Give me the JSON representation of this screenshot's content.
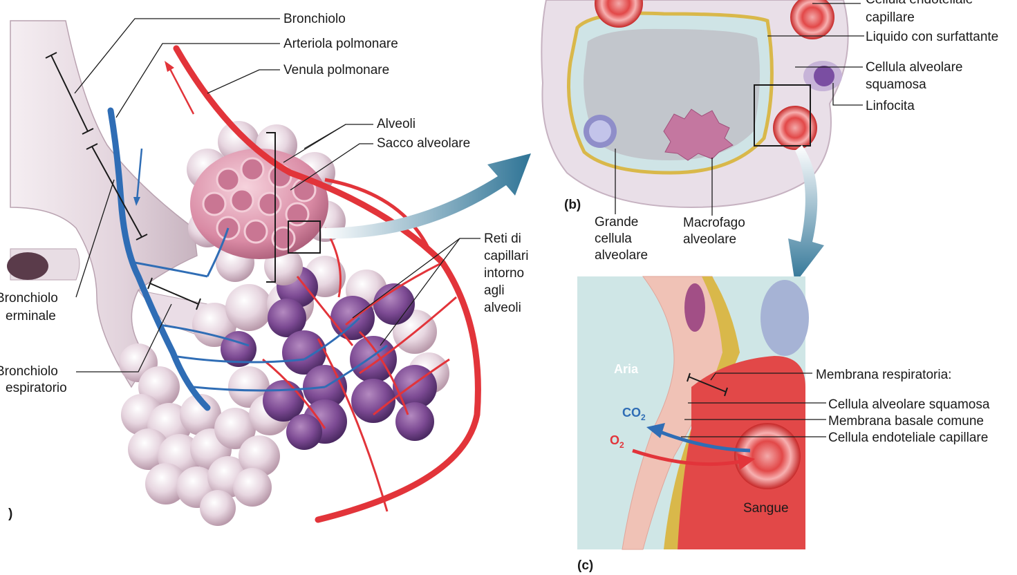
{
  "panel_a": {
    "letter": ")",
    "labels": {
      "bronchiolo": "Bronchiolo",
      "arteriola": "Arteriola polmonare",
      "venula": "Venula polmonare",
      "alveoli": "Alveoli",
      "sacco": "Sacco alveolare",
      "reti_1": "Reti di",
      "reti_2": "capillari",
      "reti_3": "intorno",
      "reti_4": "agli",
      "reti_5": "alveoli",
      "terminale_1": "Bronchiolo",
      "terminale_2": "erminale",
      "respiratorio_1": "Bronchiolo",
      "respiratorio_2": "espiratorio"
    }
  },
  "panel_b": {
    "letter": "(b)",
    "labels": {
      "endoteliale_1": "Cellula endoteliale",
      "endoteliale_2": "capillare",
      "liquido": "Liquido con surfattante",
      "squamosa_1": "Cellula alveolare",
      "squamosa_2": "squamosa",
      "linfocita": "Linfocita",
      "grande_1": "Grande",
      "grande_2": "cellula",
      "grande_3": "alveolare",
      "macrofago_1": "Macrofago",
      "macrofago_2": "alveolare"
    }
  },
  "panel_c": {
    "letter": "(c)",
    "labels": {
      "membrana": "Membrana respiratoria:",
      "squamosa": "Cellula alveolare squamosa",
      "basale": "Membrana basale comune",
      "endoteliale": "Cellula endoteliale capillare",
      "aria": "Aria",
      "sangue": "Sangue",
      "co2_main": "CO",
      "co2_sub": "2",
      "o2_main": "O",
      "o2_sub": "2"
    }
  },
  "colors": {
    "artery": "#e2343a",
    "vein": "#2f6db5",
    "airway": "#e8dde4",
    "alveolus": "#d98aa4",
    "lumen": "#cfe4e6",
    "surfactant": "#d9b84a",
    "arrow_big": "#2f7496"
  }
}
